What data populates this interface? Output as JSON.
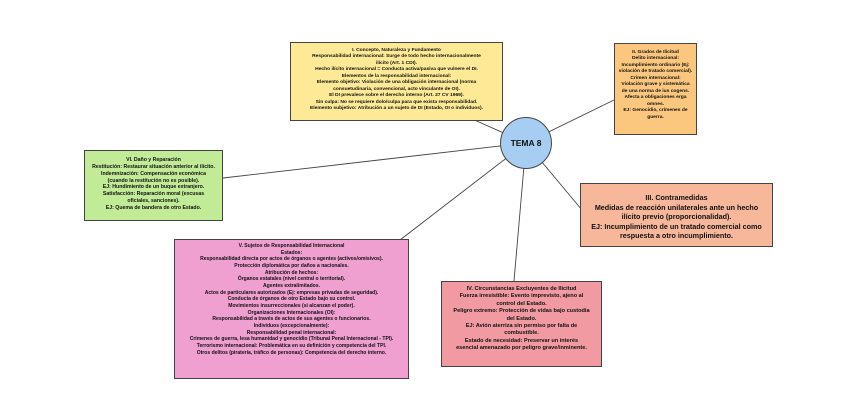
{
  "center": {
    "label": "TEMA 8"
  },
  "nodes": [
    {
      "id": "concepto",
      "color": "#fde996",
      "lines": [
        "I. Concepto, Naturaleza y Fundamento",
        "Responsabilidad internacional: Surge de todo hecho internacionalmente",
        "ilícito (Art. 1 CDI).",
        "Hecho ilícito internacional = Conducta activa/pasiva que vulnere el DI.",
        "Elementos de la responsabilidad internacional:",
        "Elemento objetivo: Violación de una obligación internacional (norma",
        "consuetudinaria, convencional, acto vinculante de OI).",
        "El DI prevalece sobre el derecho interno (Art. 27 CV 1969).",
        "Sin culpa: No se requiere dolo/culpa para que exista responsabilidad.",
        "Elemento subjetivo: Atribución a un sujeto de DI (Estado, OI o individuos)."
      ]
    },
    {
      "id": "grados",
      "color": "#fbc77e",
      "lines": [
        "II. Grados de Ilicitud",
        "Delito internacional:",
        "Incumplimiento ordinario (Ej:",
        "violación de tratado comercial).",
        "Crimen internacional:",
        "Violación grave y sistemática",
        "de una norma de ius cogens.",
        "Afecta a obligaciones erga",
        "omnes.",
        "EJ: Genocidio, crímenes de",
        "guerra."
      ]
    },
    {
      "id": "contramedidas",
      "color": "#f7b79b",
      "lines": [
        "III. Contramedidas",
        "Medidas de reacción unilaterales ante un hecho",
        "ilícito previo (proporcionalidad).",
        "EJ: Incumplimiento de un tratado comercial como",
        "respuesta a otro incumplimiento."
      ]
    },
    {
      "id": "circunstancias",
      "color": "#f19aa2",
      "lines": [
        "IV. Circunstancias Excluyentes de Ilicitud",
        "Fuerza irresistible: Evento imprevisto, ajeno al",
        "control del Estado.",
        "Peligro extremo: Protección de vidas bajo custodia",
        "del Estado.",
        "EJ: Avión aterriza sin permiso por falta de",
        "combustible.",
        "Estado de necesidad: Preservar un interés",
        "esencial amenazado por peligro grave/inminente."
      ]
    },
    {
      "id": "sujetos",
      "color": "#ef9fd0",
      "lines": [
        "V. Sujetos de Responsabilidad Internacional",
        "Estados:",
        "Responsabilidad directa por actos de órganos o agentes (activos/omisivos).",
        "Protección diplomática por daños a nacionales.",
        "Atribución de hechos:",
        "Órganos estatales (nivel central o territorial).",
        "Agentes extralimitados.",
        "Actos de particulares autorizados (Ej: empresas privadas de seguridad).",
        "Conducta de órganos de otro Estado bajo su control.",
        "Movimientos insurreccionales (si alcanzan el poder).",
        "Organizaciones Internacionales (OI):",
        "Responsabilidad a través de actos de sus agentes o funcionarios.",
        "Individuos (excepcionalmente):",
        "Responsabilidad penal internacional:",
        "Crímenes de guerra, lesa humanidad y genocidio (Tribunal Penal Internacional - TPI).",
        "Terrorismo internacional: Problemática en su definición y competencia del TPI.",
        "Otros delitos (piratería, tráfico de personas): Competencia del derecho interno."
      ]
    },
    {
      "id": "dano",
      "color": "#c2eb98",
      "lines": [
        "VI. Daño y Reparación",
        "Restitución: Restaurar situación anterior al ilícito.",
        "Indemnización: Compensación económica",
        "(cuando la restitución no es posible).",
        "EJ: Hundimiento de un buque extranjero.",
        "Satisfacción: Reparación moral (excusas",
        "oficiales, sanciones).",
        "EJ: Quema de bandera de otro Estado."
      ]
    }
  ]
}
